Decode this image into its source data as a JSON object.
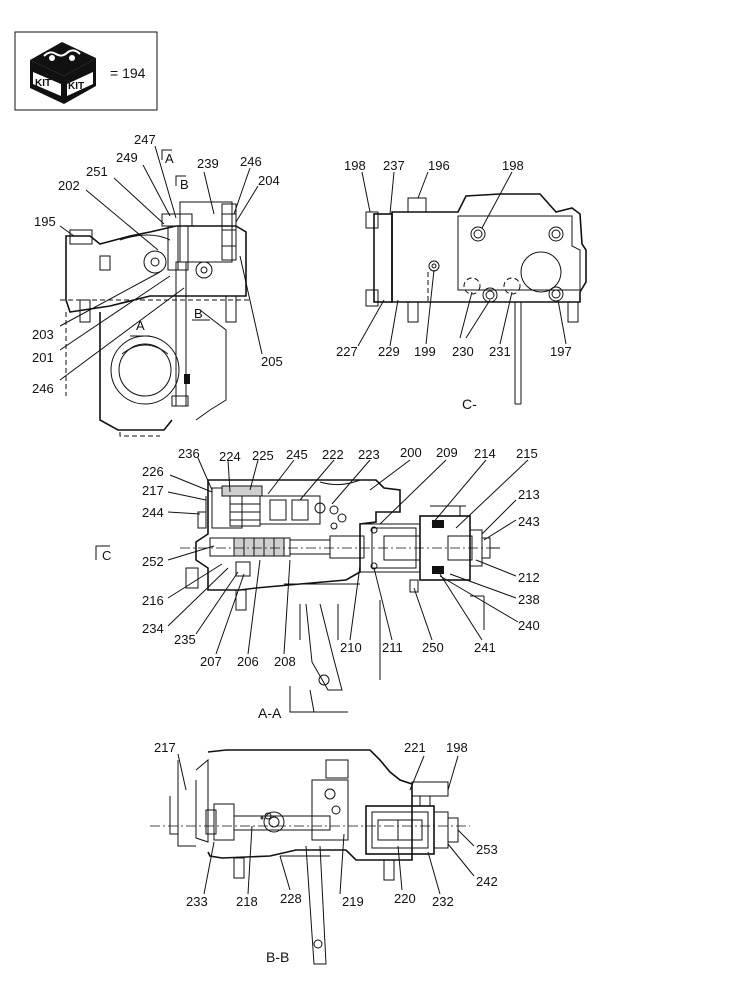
{
  "kit": {
    "icon": "kit-box-icon",
    "box_label_left": "KIT",
    "box_label_right": "KIT",
    "equals_text": "= 194"
  },
  "views": {
    "top_left": {
      "section_marks": [
        "A",
        "B",
        "A",
        "B"
      ],
      "labels": [
        "247",
        "249",
        "251",
        "202",
        "195",
        "239",
        "246",
        "204",
        "203",
        "201",
        "246",
        "205"
      ]
    },
    "top_right": {
      "caption": "C-",
      "labels": [
        "198",
        "237",
        "196",
        "198",
        "227",
        "229",
        "199",
        "230",
        "231",
        "197"
      ]
    },
    "section_aa": {
      "caption": "A-A",
      "view_mark": "C",
      "labels": [
        "236",
        "224",
        "225",
        "245",
        "222",
        "223",
        "200",
        "209",
        "214",
        "215",
        "226",
        "217",
        "244",
        "213",
        "243",
        "252",
        "212",
        "238",
        "216",
        "240",
        "234",
        "235",
        "207",
        "206",
        "208",
        "210",
        "211",
        "250",
        "241"
      ]
    },
    "section_bb": {
      "caption": "B-B",
      "labels": [
        "217",
        "221",
        "198",
        "253",
        "242",
        "233",
        "218",
        "228",
        "219",
        "220",
        "232"
      ]
    }
  }
}
